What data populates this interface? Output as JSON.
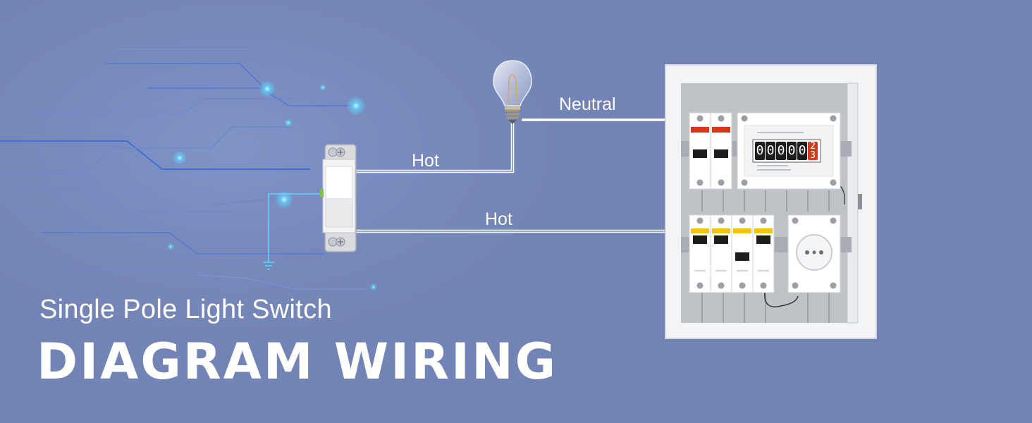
{
  "heading": {
    "subtitle": "Single Pole Light Switch",
    "title": "DIAGRAM WIRING"
  },
  "wires": {
    "neutral_label": "Neutral",
    "hot_label_top": "Hot",
    "hot_label_bottom": "Hot"
  },
  "meter": {
    "digits": [
      "0",
      "0",
      "0",
      "0",
      "0"
    ],
    "red_digits": [
      "2",
      "3"
    ]
  },
  "colors": {
    "background": "#7587b8",
    "circuit": "#3d6ed6",
    "glow": "#5fd3ff",
    "ground_wire": "#5fd3ff",
    "breaker_red": "#d8361d",
    "breaker_yellow": "#f3c417",
    "panel": "#eef0f2"
  }
}
